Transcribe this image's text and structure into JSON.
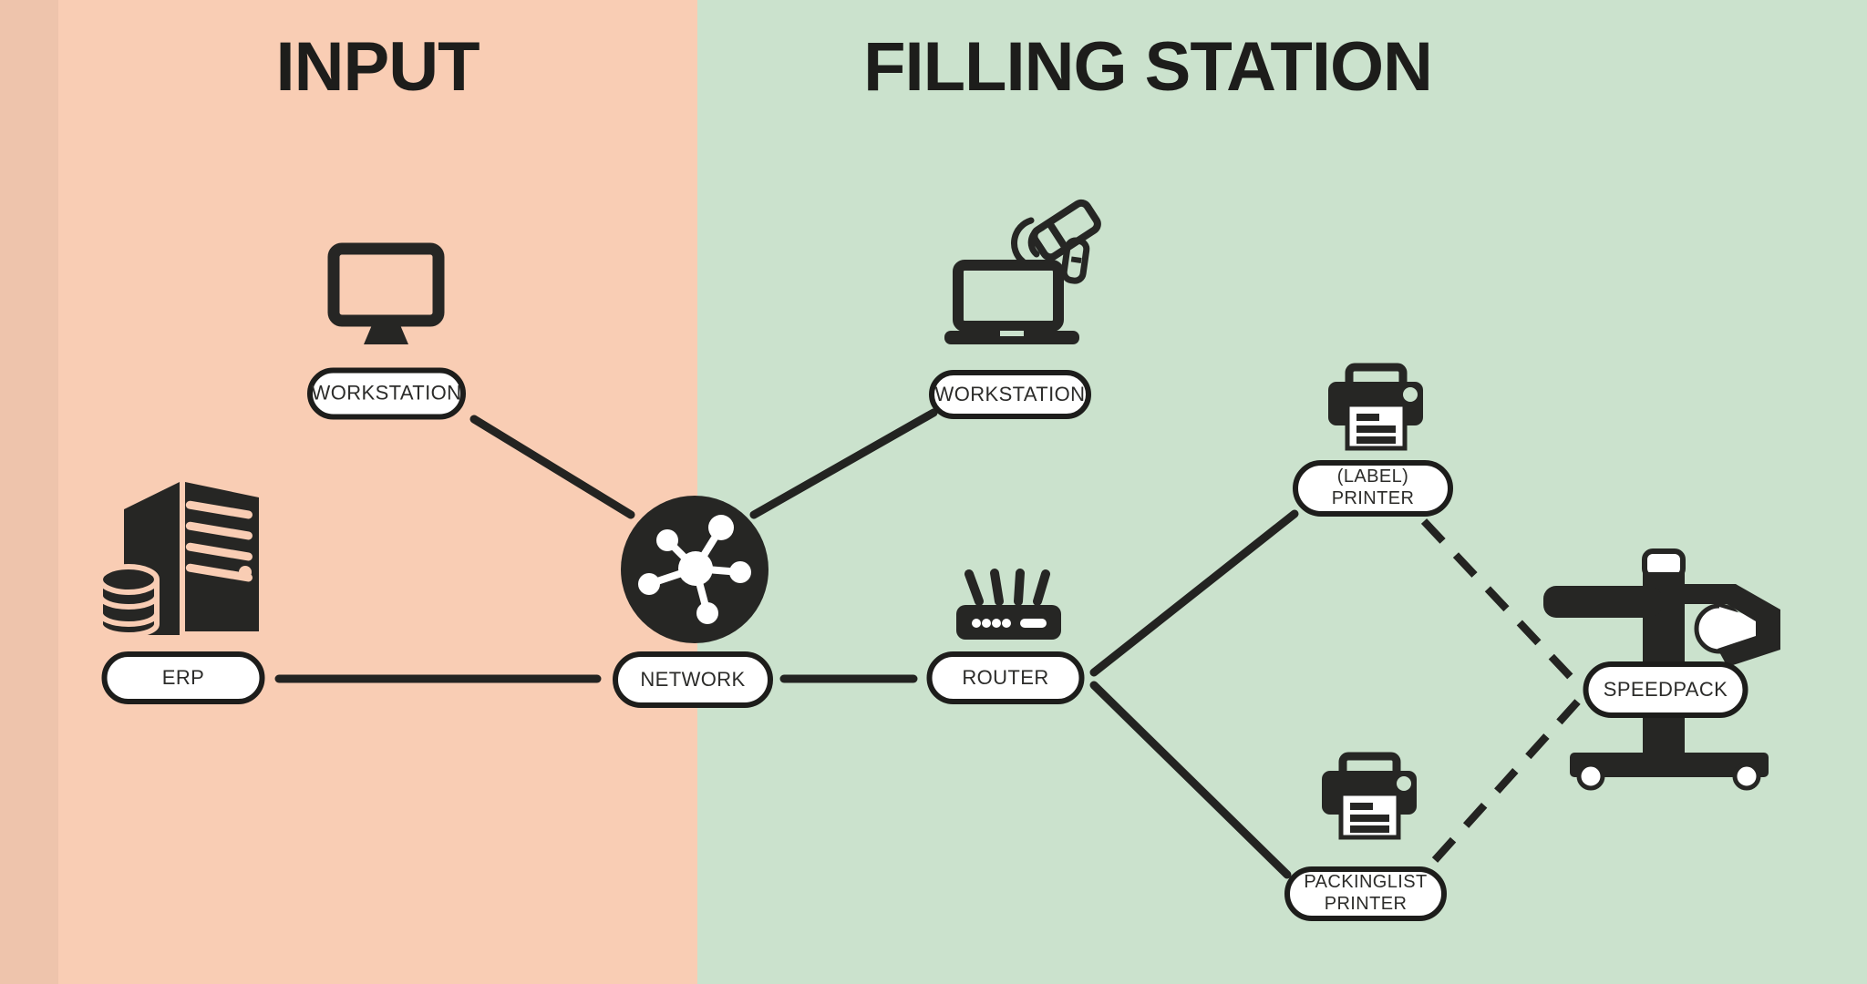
{
  "sections": {
    "input": {
      "title": "INPUT",
      "background": "#f9cdb4"
    },
    "filling_station": {
      "title": "FILLING STATION",
      "background": "#cbe2cd"
    }
  },
  "colors": {
    "ink": "#262624",
    "pill_background": "#ffffff",
    "pill_border": "#1d1d1b",
    "line": "#232321"
  },
  "nodes": {
    "workstation_input": {
      "label": "WORKSTATION",
      "icon": "desktop-monitor-icon",
      "section": "INPUT"
    },
    "erp": {
      "label": "ERP",
      "icon": "server-database-icon",
      "section": "INPUT"
    },
    "network": {
      "label": "NETWORK",
      "icon": "network-hub-icon",
      "section": "boundary"
    },
    "workstation_filling": {
      "label": "WORKSTATION",
      "icon": "laptop-barcode-scanner-icon",
      "section": "FILLING STATION"
    },
    "router": {
      "label": "ROUTER",
      "icon": "wifi-router-icon",
      "section": "FILLING STATION"
    },
    "label_printer": {
      "label_line1": "(LABEL)",
      "label_line2": "PRINTER",
      "icon": "printer-icon",
      "section": "FILLING STATION"
    },
    "packinglist_printer": {
      "label_line1": "PACKINGLIST",
      "label_line2": "PRINTER",
      "icon": "printer-icon",
      "section": "FILLING STATION"
    },
    "speedpack": {
      "label": "SPEEDPACK",
      "icon": "packing-machine-icon",
      "section": "FILLING STATION"
    }
  },
  "connections": [
    {
      "from": "WORKSTATION (INPUT)",
      "to": "NETWORK",
      "style": "solid"
    },
    {
      "from": "ERP",
      "to": "NETWORK",
      "style": "solid"
    },
    {
      "from": "NETWORK",
      "to": "WORKSTATION (FILLING STATION)",
      "style": "solid"
    },
    {
      "from": "NETWORK",
      "to": "ROUTER",
      "style": "solid"
    },
    {
      "from": "ROUTER",
      "to": "(LABEL) PRINTER",
      "style": "solid"
    },
    {
      "from": "ROUTER",
      "to": "PACKINGLIST PRINTER",
      "style": "solid"
    },
    {
      "from": "(LABEL) PRINTER",
      "to": "SPEEDPACK",
      "style": "dashed"
    },
    {
      "from": "PACKINGLIST PRINTER",
      "to": "SPEEDPACK",
      "style": "dashed"
    }
  ]
}
